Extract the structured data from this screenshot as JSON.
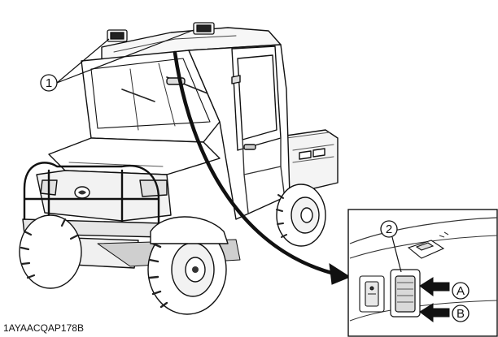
{
  "callouts": {
    "work_lights": "1",
    "switch": "2",
    "position_a": "A",
    "position_b": "B"
  },
  "figure_code": "1AYAACQAP178B"
}
